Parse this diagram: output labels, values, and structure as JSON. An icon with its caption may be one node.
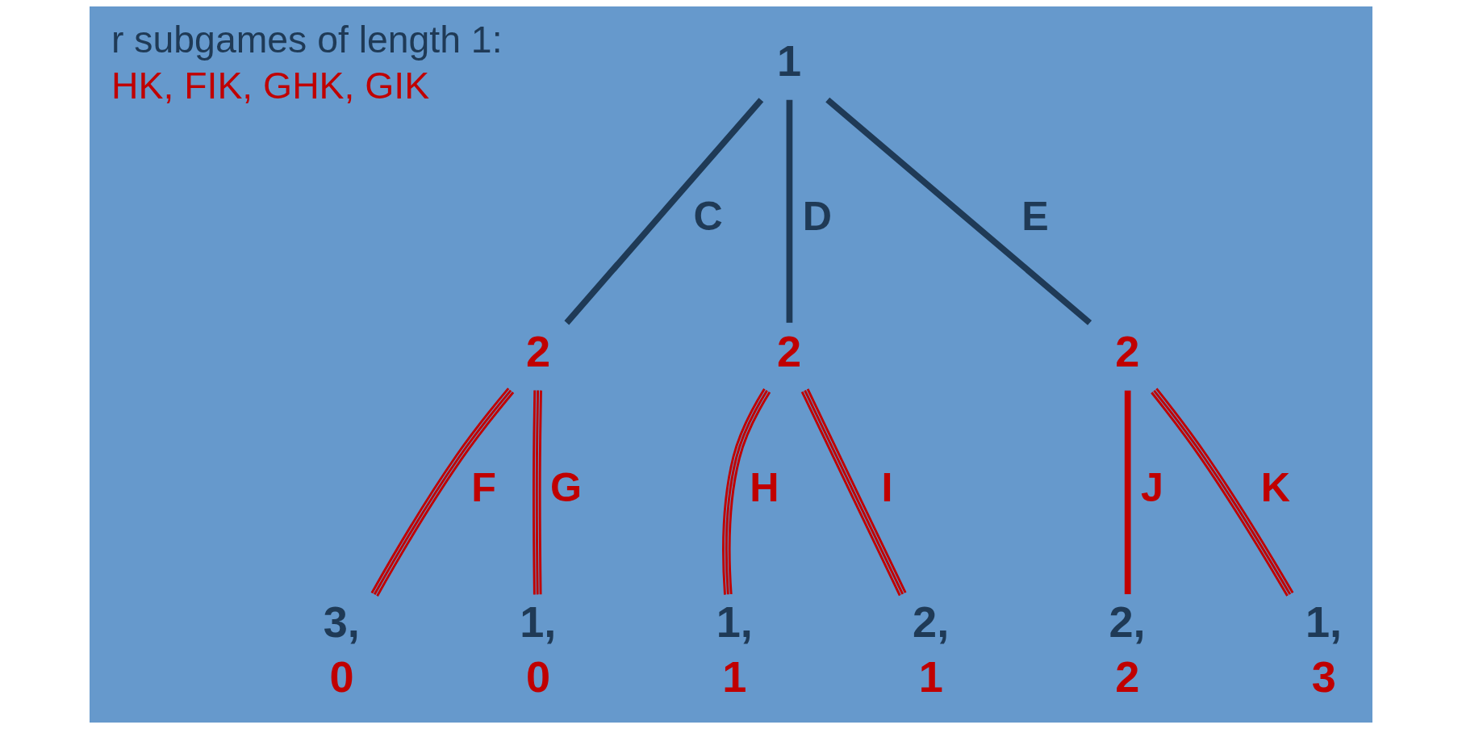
{
  "diagram": {
    "nodes": [
      {
        "text": [
          "1"
        ]
      },
      {
        "text": [
          "2"
        ]
      },
      {
        "text": [
          "2"
        ]
      },
      {
        "text": [
          "2"
        ]
      },
      {
        "text": [
          "3,",
          "0"
        ]
      },
      {
        "text": [
          "1,",
          "0"
        ]
      },
      {
        "text": [
          "1,",
          "1"
        ]
      },
      {
        "text": [
          "2,",
          "1"
        ]
      },
      {
        "text": [
          "2,",
          "2"
        ]
      },
      {
        "text": [
          "1,",
          "3"
        ]
      }
    ],
    "edges": [
      {
        "from": 0,
        "to": 1,
        "arrow": "none",
        "label": "C",
        "style": "thick",
        "color": "#1f3a56"
      },
      {
        "from": 0,
        "to": 2,
        "arrow": "none",
        "label": "D",
        "style": "thick",
        "color": "#1f3a56"
      },
      {
        "from": 0,
        "to": 3,
        "arrow": "none",
        "label": "E",
        "style": "thick",
        "color": "#1f3a56"
      },
      {
        "from": 1,
        "to": 4,
        "arrow": "none",
        "label": "F"
      },
      {
        "from": 1,
        "to": 5,
        "arrow": "none",
        "label": "G"
      },
      {
        "from": 2,
        "to": 6,
        "arrow": "none",
        "label": "H"
      },
      {
        "from": 2,
        "to": 7,
        "arrow": "none",
        "label": "I"
      },
      {
        "from": 3,
        "to": 8,
        "arrow": "none",
        "label": "J",
        "style": "thick"
      },
      {
        "from": 3,
        "to": 9,
        "arrow": "none",
        "label": "K"
      }
    ],
    "labels": [
      "r subgames of length 1:",
      "HK, FIK, GHK, GIK"
    ]
  }
}
